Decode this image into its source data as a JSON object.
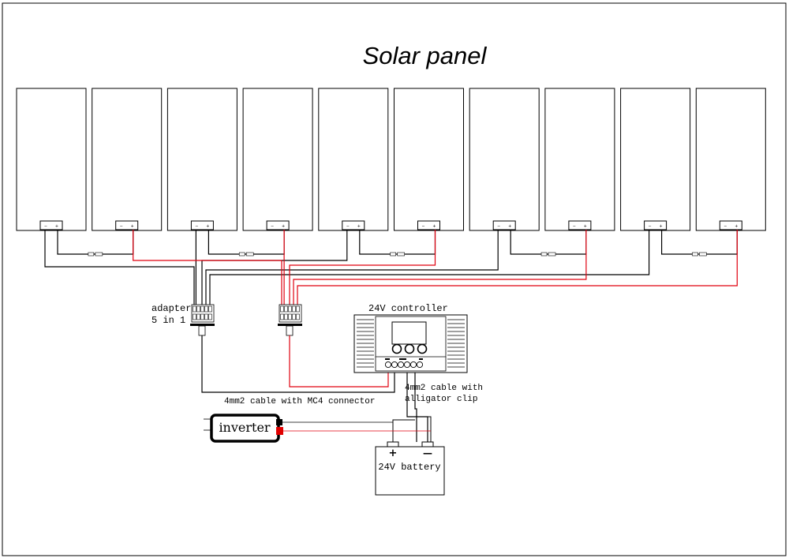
{
  "title": "Solar panel",
  "panel_count": 10,
  "adapter_label": [
    "adapter",
    "5 in 1"
  ],
  "controller_label": "24V  controller",
  "cable_mc4_label": "4mm2 cable with MC4 connector",
  "cable_clip_label": [
    "4mm2 cable with",
    "alligator clip"
  ],
  "inverter_label": "inverter",
  "battery_label": "24V battery",
  "battery_plus": "+",
  "battery_minus": "—",
  "panel_terminal_minus": "−",
  "panel_terminal_plus": "+",
  "colors": {
    "negative_wire": "#000000",
    "positive_wire": "#e0000f",
    "inverter_terminal": "#e00000"
  }
}
